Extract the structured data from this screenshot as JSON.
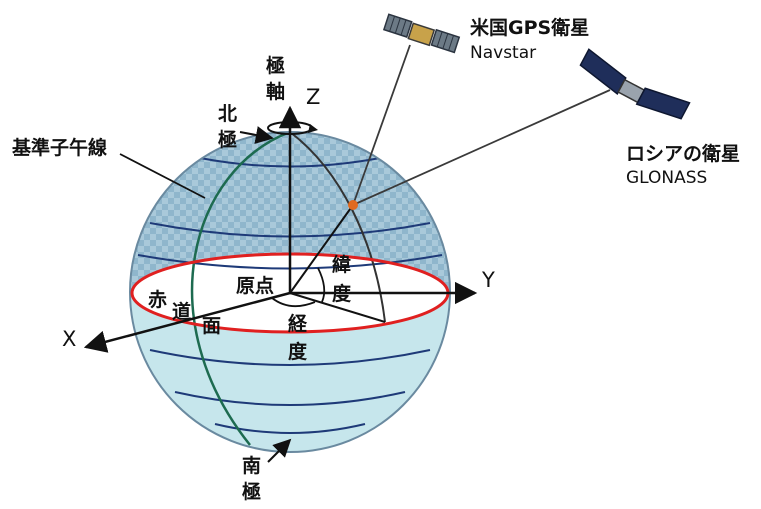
{
  "labels": {
    "axis_z": "Z",
    "axis_y": "Y",
    "axis_x": "X",
    "polar_axis": [
      "極",
      "軸"
    ],
    "north_pole": [
      "北",
      "極"
    ],
    "south_pole": [
      "南",
      "極"
    ],
    "prime_meridian": "基準子午線",
    "origin": "原点",
    "equator_plane": [
      "赤",
      "道",
      "面"
    ],
    "latitude": [
      "緯",
      "度"
    ],
    "longitude": [
      "経",
      "度"
    ],
    "us_satellite_jp": "米国GPS衛星",
    "us_satellite_en": "Navstar",
    "ru_satellite_jp": "ロシアの衛星",
    "ru_satellite_en": "GLONASS"
  },
  "colors": {
    "north_hemisphere": "#8fb6cc",
    "south_hemisphere": "#c6e6ec",
    "equator": "#e02020",
    "grid": "#1e3a78",
    "meridian": "#1d6b50",
    "point": "#e06a20",
    "ray": "#3a3a3a"
  },
  "icons": [
    "satellite-navstar-icon",
    "satellite-glonass-icon"
  ]
}
